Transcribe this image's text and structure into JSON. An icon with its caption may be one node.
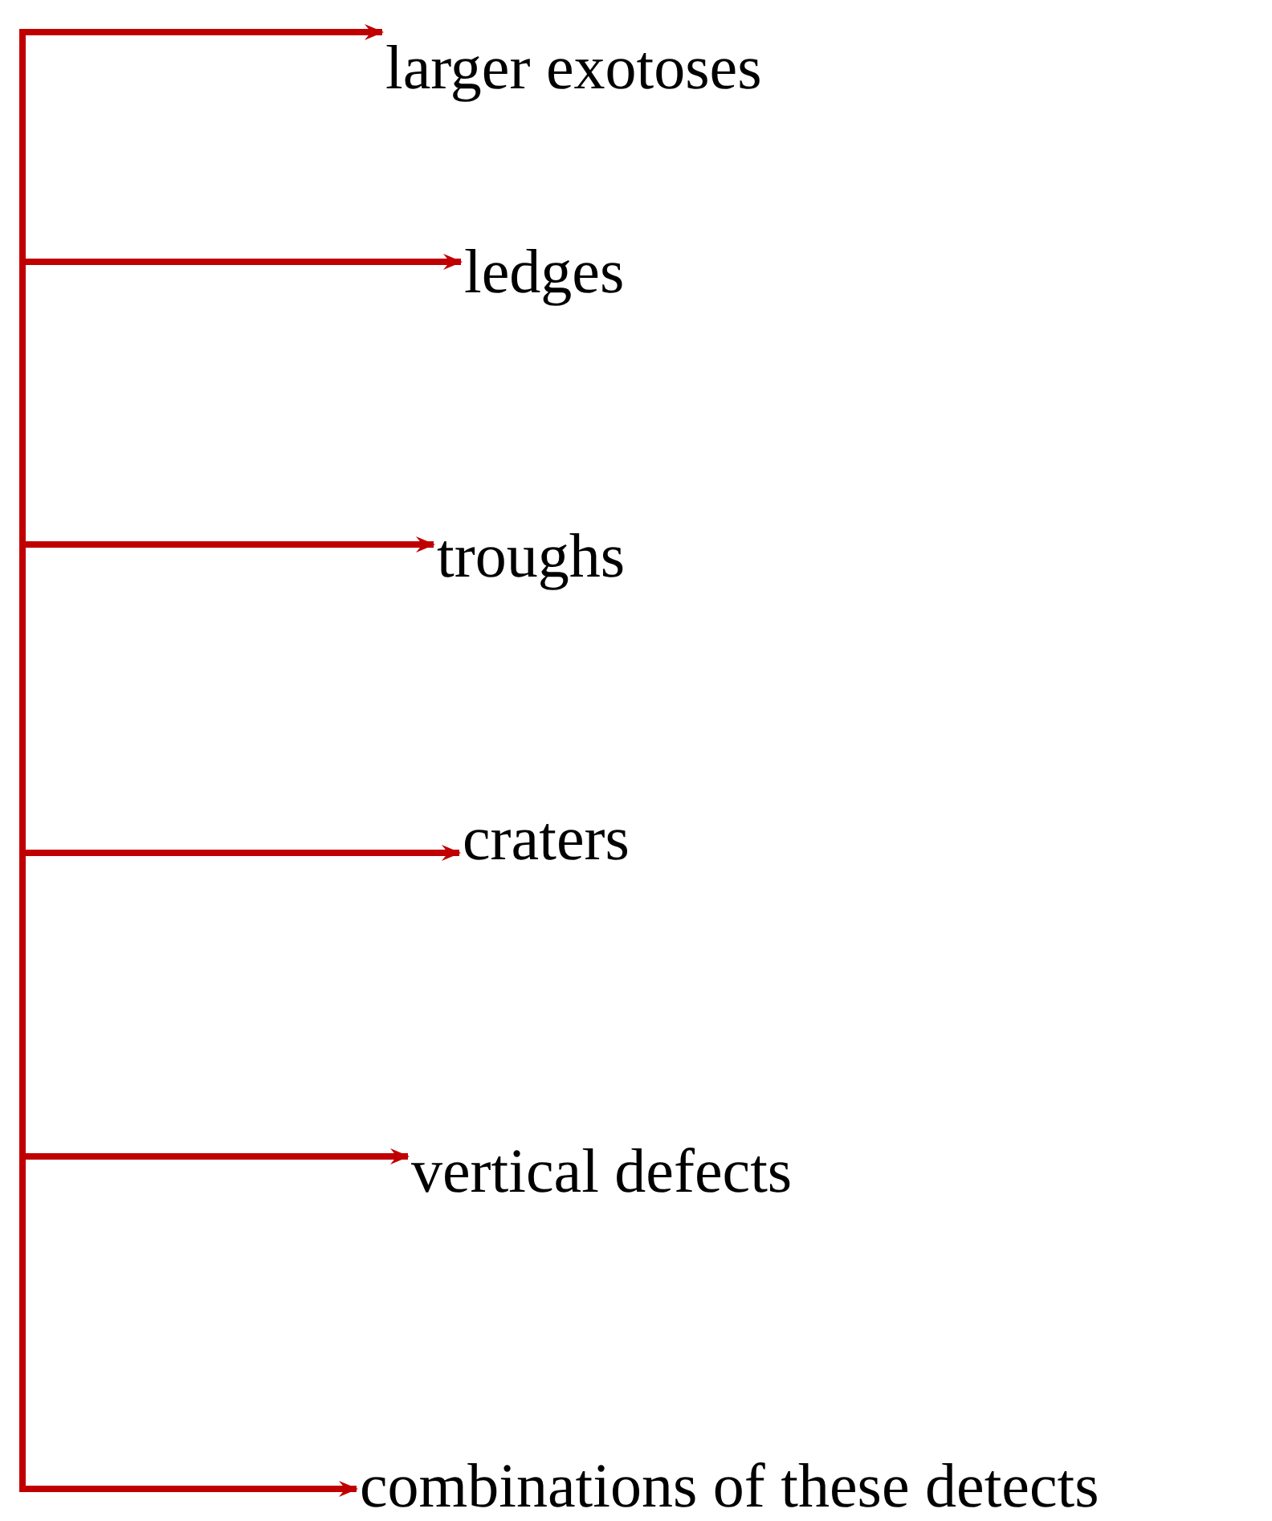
{
  "diagram": {
    "nodes": [
      {
        "text": [
          "larger exotoses"
        ]
      },
      {
        "text": [
          "ledges"
        ]
      },
      {
        "text": [
          "troughs"
        ]
      },
      {
        "text": [
          "craters"
        ]
      },
      {
        "text": [
          "vertical defects"
        ]
      },
      {
        "text": [
          "combinations of these detects"
        ]
      }
    ],
    "edges": [
      {
        "from": null,
        "to": 0,
        "arrow": "to"
      },
      {
        "from": null,
        "to": 1,
        "arrow": "to"
      },
      {
        "from": null,
        "to": 2,
        "arrow": "to"
      },
      {
        "from": null,
        "to": 3,
        "arrow": "to"
      },
      {
        "from": null,
        "to": 4,
        "arrow": "to"
      },
      {
        "from": null,
        "to": 5,
        "arrow": "to"
      }
    ]
  }
}
